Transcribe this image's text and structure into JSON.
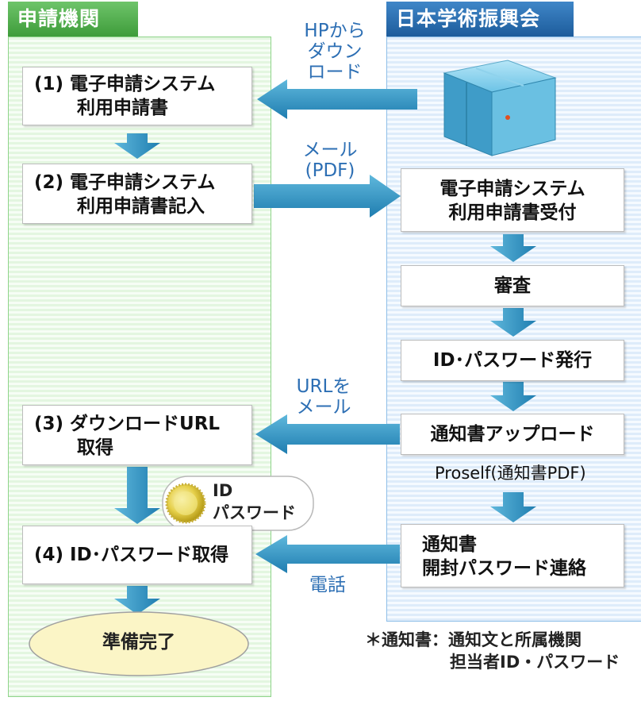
{
  "lanes": {
    "left_title": "申請機関",
    "right_title": "日本学術振興会"
  },
  "steps": {
    "s1_line1": "(1) 電子申請システム",
    "s1_line2": "利用申請書",
    "s2_line1": "(2) 電子申請システム",
    "s2_line2": "利用申請書記入",
    "s3_line1": "(3) ダウンロードURL",
    "s3_line2": "取得",
    "s4": "(4) ID･パスワード取得",
    "done": "準備完了"
  },
  "jsps": {
    "receive_line1": "電子申請システム",
    "receive_line2": "利用申請書受付",
    "review": "審査",
    "issue": "ID･パスワード発行",
    "upload": "通知書アップロード",
    "notify_line1": "通知書",
    "notify_line2": "開封パスワード連絡"
  },
  "flow_labels": {
    "hp_line1": "HPから",
    "hp_line2": "ダウン",
    "hp_line3": "ロード",
    "mail_line1": "メール",
    "mail_line2": "(PDF)",
    "url_line1": "URLを",
    "url_line2": "メール",
    "proself": "Proself(通知書PDF)",
    "phone": "電話"
  },
  "badge": {
    "line1": "ID",
    "line2": "パスワード"
  },
  "footnote": {
    "line1": "＊通知書：通知文と所属機関",
    "line2": "担当者ID・パスワード"
  },
  "colors": {
    "left_lane": "#3e9c3a",
    "right_lane": "#1d5c9c",
    "arrow": "#2f8fc0",
    "label_text": "#2d6fb4"
  }
}
